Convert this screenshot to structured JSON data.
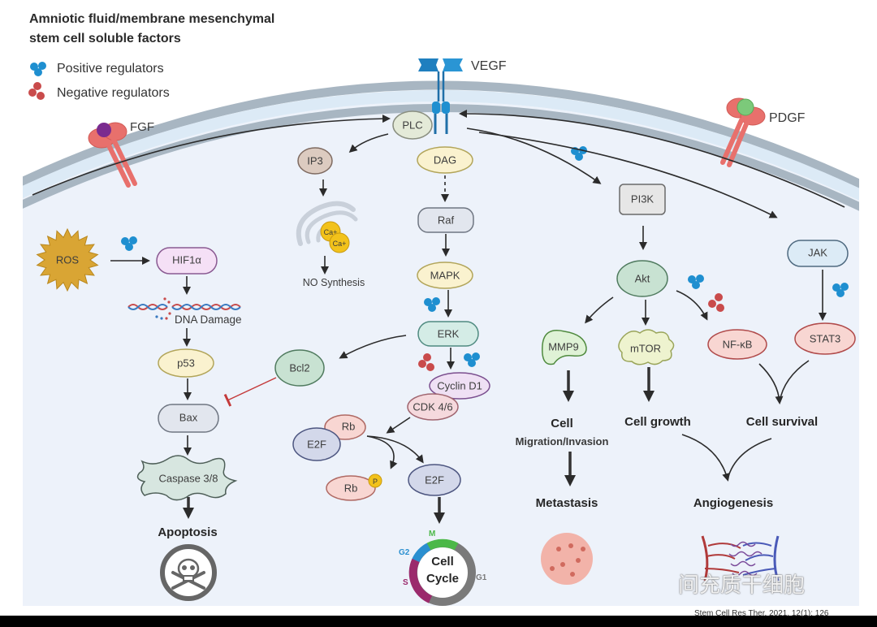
{
  "title": {
    "line1": "Amniotic fluid/membrane mesenchymal",
    "line2": "stem cell soluble factors"
  },
  "legend": {
    "positive": {
      "label": "Positive regulators",
      "color": "#1f8fd0",
      "icon": "blue-molecule-cluster"
    },
    "negative": {
      "label": "Negative regulators",
      "color": "#c94b4b",
      "icon": "red-molecule-cluster"
    }
  },
  "receptors": {
    "vegf": "VEGF",
    "fgf": "FGF",
    "pdgf": "PDGF"
  },
  "nodes": {
    "plc": "PLC",
    "ip3": "IP3",
    "dag": "DAG",
    "ca1": "Ca+",
    "ca2": "Ca+",
    "no_synthesis": "NO Synthesis",
    "raf": "Raf",
    "mapk": "MAPK",
    "erk": "ERK",
    "bcl2": "Bcl2",
    "cyclin_d1": "Cyclin D1",
    "cdk46": "CDK 4/6",
    "rb_complex": "Rb",
    "e2f_complex": "E2F",
    "rb_free": "Rb",
    "phospho": "P",
    "e2f_free": "E2F",
    "ros": "ROS",
    "hif1a": "HIF1α",
    "dna_damage": "DNA Damage",
    "p53": "p53",
    "bax": "Bax",
    "caspase": "Caspase 3/8",
    "pi3k": "PI3K",
    "akt": "Akt",
    "mmp9": "MMP9",
    "mtor": "mTOR",
    "nfkb": "NF-κB",
    "jak": "JAK",
    "stat3": "STAT3"
  },
  "outcomes": {
    "apoptosis": "Apoptosis",
    "cell_cycle_1": "Cell",
    "cell_cycle_2": "Cycle",
    "cell_migration_1": "Cell",
    "cell_migration_2": "Migration/Invasion",
    "metastasis": "Metastasis",
    "cell_growth": "Cell growth",
    "cell_survival": "Cell survival",
    "angiogenesis": "Angiogenesis"
  },
  "cell_cycle_phases": {
    "m": {
      "label": "M",
      "color": "#4cb848"
    },
    "g2": {
      "label": "G2",
      "color": "#2a8fd0"
    },
    "s": {
      "label": "S",
      "color": "#9b2a6c"
    },
    "g1": {
      "label": "G1",
      "color": "#7a7a7a"
    }
  },
  "watermark": "间充质干细胞",
  "citation": "Stem Cell Res Ther. 2021, 12(1): 126"
}
